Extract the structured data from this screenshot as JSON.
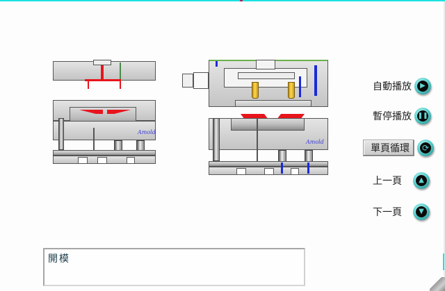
{
  "controls": {
    "autoplay": {
      "label": "自動播放",
      "icon": "play-icon"
    },
    "pause": {
      "label": "暫停播放",
      "icon": "pause-icon"
    },
    "loop": {
      "label": "單頁循環",
      "icon": "refresh-icon",
      "active": true
    },
    "prev": {
      "label": "上一頁",
      "icon": "arrow-up-icon"
    },
    "next": {
      "label": "下一頁",
      "icon": "arrow-down-icon"
    }
  },
  "diagrams": {
    "left": {
      "signature": "Amold"
    },
    "right": {
      "signature": "Amold"
    }
  },
  "caption": {
    "text": "開模"
  },
  "colors": {
    "accent": "#19e3e0",
    "button": "#5fd3d0",
    "runner": "#e8141c",
    "bolt": "#1a2ad8",
    "slider": "#ffd84a"
  }
}
